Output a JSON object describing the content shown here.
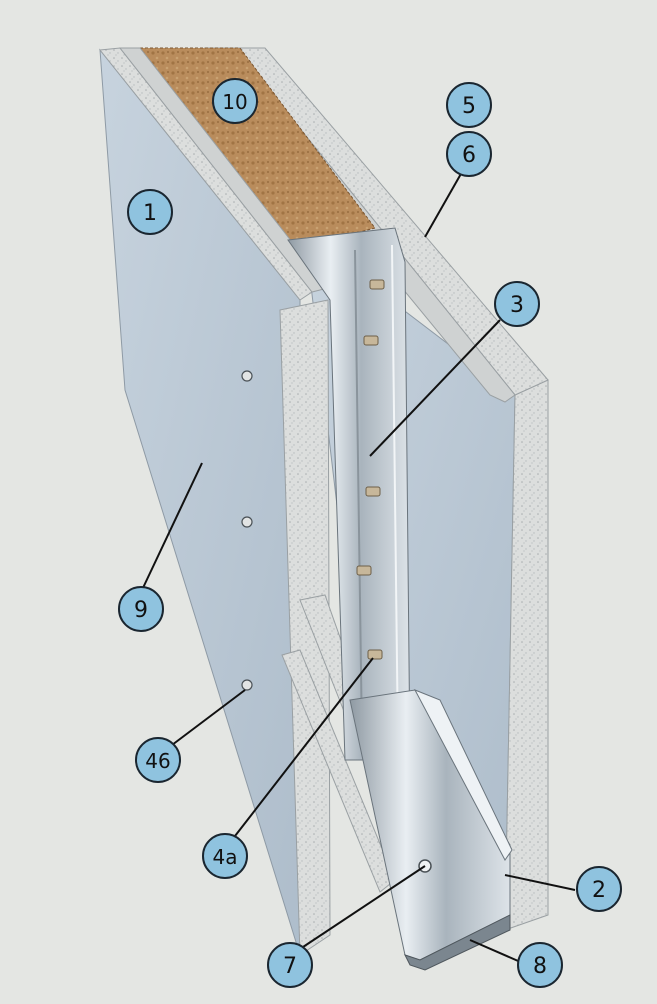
{
  "callouts": [
    {
      "id": "c1",
      "label": "1"
    },
    {
      "id": "c2",
      "label": "2"
    },
    {
      "id": "c3",
      "label": "3"
    },
    {
      "id": "c4a",
      "label": "4a"
    },
    {
      "id": "c46",
      "label": "46"
    },
    {
      "id": "c5",
      "label": "5"
    },
    {
      "id": "c6",
      "label": "6"
    },
    {
      "id": "c7",
      "label": "7"
    },
    {
      "id": "c8",
      "label": "8"
    },
    {
      "id": "c9",
      "label": "9"
    },
    {
      "id": "c10",
      "label": "10"
    }
  ],
  "colors": {
    "background": "#e4e6e3",
    "board": "#bcc9d6",
    "board_edge": "#d6d8d6",
    "insulation": "#b98c5c",
    "steel": "#c7cfd6",
    "callout_fill": "#8fc3df",
    "callout_stroke": "#1a2630"
  }
}
